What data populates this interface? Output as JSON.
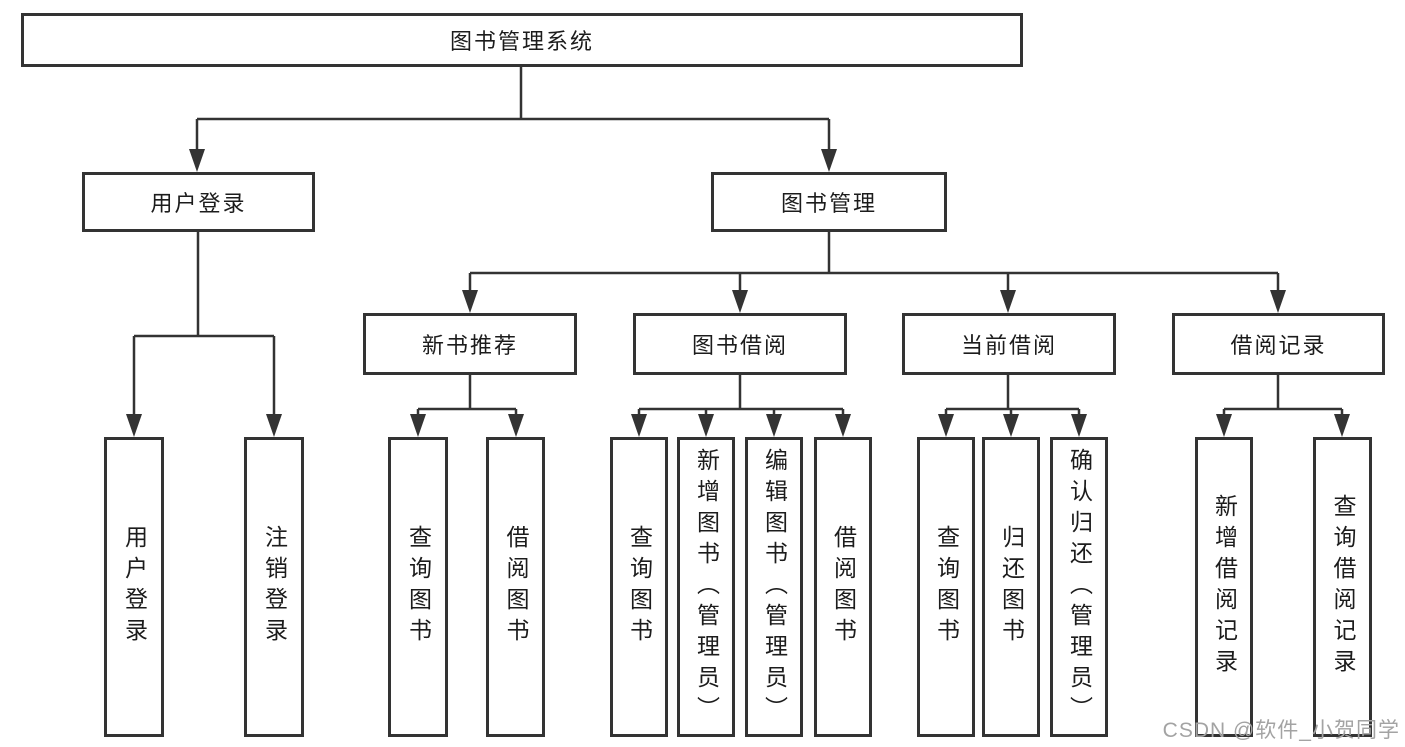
{
  "diagram": {
    "root": {
      "label": "图书管理系统"
    },
    "level2": [
      {
        "label": "用户登录"
      },
      {
        "label": "图书管理"
      }
    ],
    "level3": [
      {
        "label": "新书推荐"
      },
      {
        "label": "图书借阅"
      },
      {
        "label": "当前借阅"
      },
      {
        "label": "借阅记录"
      }
    ],
    "leaves": {
      "user_login": [
        {
          "label": "用户登录"
        },
        {
          "label": "注销登录"
        }
      ],
      "new_books": [
        {
          "label": "查询图书"
        },
        {
          "label": "借阅图书"
        }
      ],
      "book_borrow": [
        {
          "label": "查询图书"
        },
        {
          "label": "新增图书（管理员）"
        },
        {
          "label": "编辑图书（管理员）"
        },
        {
          "label": "借阅图书"
        }
      ],
      "current_borrow": [
        {
          "label": "查询图书"
        },
        {
          "label": "归还图书"
        },
        {
          "label": "确认归还（管理员）"
        }
      ],
      "borrow_records": [
        {
          "label": "新增借阅记录"
        },
        {
          "label": "查询借阅记录"
        }
      ]
    }
  },
  "watermark": {
    "text": "CSDN @软件_小贺同学"
  },
  "colors": {
    "line": "#333333",
    "text": "#1c1c1c",
    "box_background": "#ffffff",
    "watermark": "#a3a3a3"
  }
}
